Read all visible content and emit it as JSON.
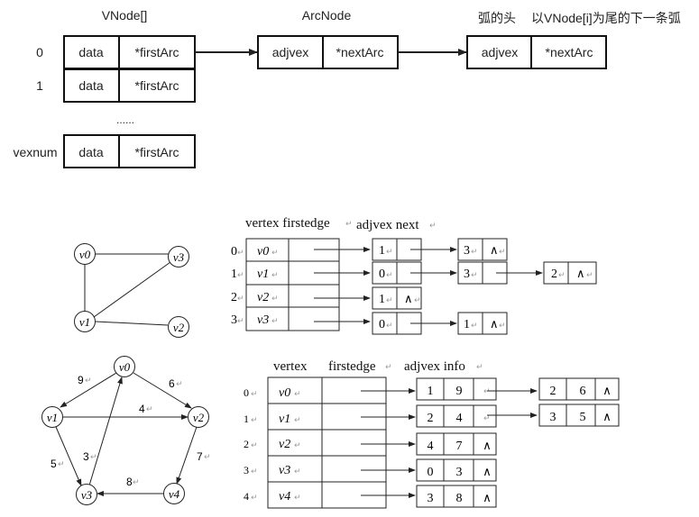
{
  "top": {
    "vnode_title": "VNode[]",
    "arcnode_title": "ArcNode",
    "arc_head_note": "弧的头",
    "next_arc_note": "以VNode[i]为尾的下一条弧",
    "row_labels": [
      "0",
      "1",
      "vexnum"
    ],
    "ellipsis": "......",
    "vnode_fields": [
      "data",
      "*firstArc"
    ],
    "arc_fields": [
      "adjvex",
      "*nextArc"
    ]
  },
  "undirected": {
    "header": "vertex firstedge",
    "header2": "adjvex next",
    "indices": [
      "0",
      "1",
      "2",
      "3"
    ],
    "vertices": [
      "v0",
      "v1",
      "v2",
      "v3"
    ],
    "lists": [
      [
        "1",
        "3"
      ],
      [
        "0",
        "3",
        "2"
      ],
      [
        "1"
      ],
      [
        "0",
        "1"
      ]
    ],
    "null_symbol": "∧",
    "graph_nodes": [
      "v0",
      "v3",
      "v1",
      "v2"
    ]
  },
  "directed": {
    "headers": [
      "vertex",
      "firstedge",
      "adjvex info"
    ],
    "indices": [
      "0",
      "1",
      "2",
      "3",
      "4"
    ],
    "vertices": [
      "v0",
      "v1",
      "v2",
      "v3",
      "v4"
    ],
    "lists": [
      [
        {
          "adjvex": "1",
          "info": "9"
        },
        {
          "adjvex": "2",
          "info": "6"
        }
      ],
      [
        {
          "adjvex": "2",
          "info": "4"
        },
        {
          "adjvex": "3",
          "info": "5"
        }
      ],
      [
        {
          "adjvex": "4",
          "info": "7"
        }
      ],
      [
        {
          "adjvex": "0",
          "info": "3"
        }
      ],
      [
        {
          "adjvex": "3",
          "info": "8"
        }
      ]
    ],
    "null_symbol": "∧",
    "graph_nodes": [
      "v0",
      "v1",
      "v2",
      "v3",
      "v4"
    ],
    "edge_weights": [
      "9",
      "6",
      "4",
      "5",
      "3",
      "7",
      "8"
    ]
  }
}
